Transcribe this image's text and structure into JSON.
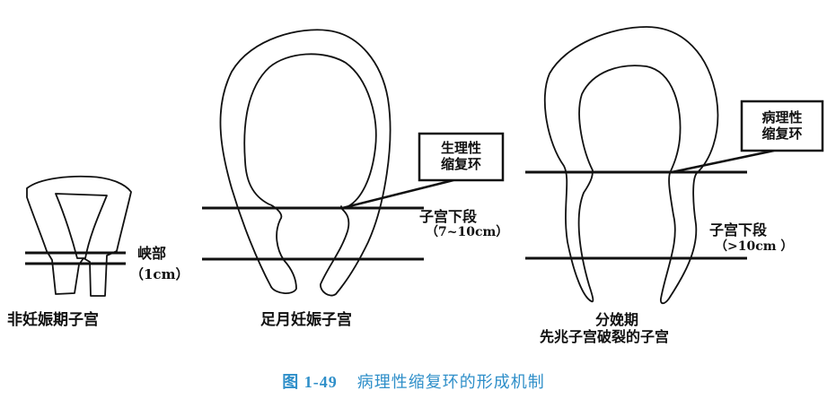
{
  "figure": {
    "caption_number": "图 1-49",
    "caption_title": "病理性缩复环的形成机制",
    "caption_color": "#2f8fc9",
    "line_color": "#111111"
  },
  "panels": [
    {
      "title": "非妊娠期子宫",
      "segment_label": "峡部",
      "segment_size": "（1cm）"
    },
    {
      "title": "足月妊娠子宫",
      "ring_label_line1": "生理性",
      "ring_label_line2": "缩复环",
      "segment_label": "子宫下段",
      "segment_size": "（7~10cm）"
    },
    {
      "title_line1": "分娩期",
      "title_line2": "先兆子宫破裂的子宫",
      "ring_label_line1": "病理性",
      "ring_label_line2": "缩复环",
      "segment_label": "子宫下段",
      "segment_size": "（>10cm ）"
    }
  ]
}
